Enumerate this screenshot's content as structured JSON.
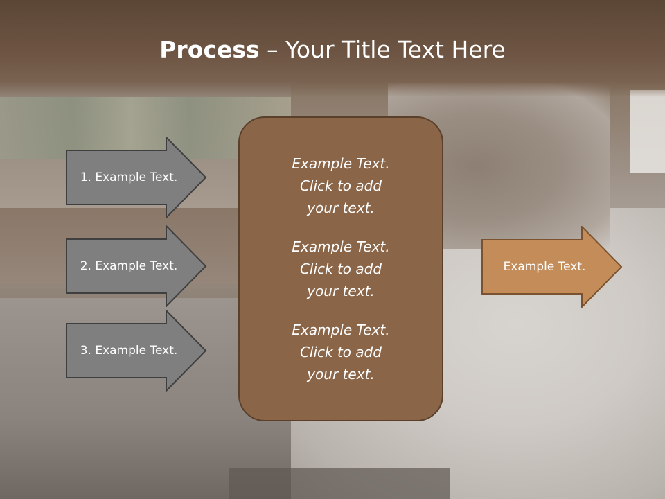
{
  "title": {
    "bold": "Process",
    "rest": " – Your Title Text Here"
  },
  "left_arrows": [
    {
      "label": "1. Example Text."
    },
    {
      "label": "2. Example Text."
    },
    {
      "label": "3. Example Text."
    }
  ],
  "center_box": {
    "blocks": [
      {
        "line1": "Example Text.",
        "line2": "Click  to add",
        "line3": "your text."
      },
      {
        "line1": "Example Text.",
        "line2": "Click  to add",
        "line3": "your text."
      },
      {
        "line1": "Example Text.",
        "line2": "Click  to add",
        "line3": "your text."
      }
    ]
  },
  "output_arrow": {
    "label": "Example Text."
  },
  "colors": {
    "title_band": "#5b4636",
    "grey_arrow_fill": "#7f7f7f",
    "center_fill": "#8a6548",
    "output_arrow_fill": "#c38c59"
  }
}
